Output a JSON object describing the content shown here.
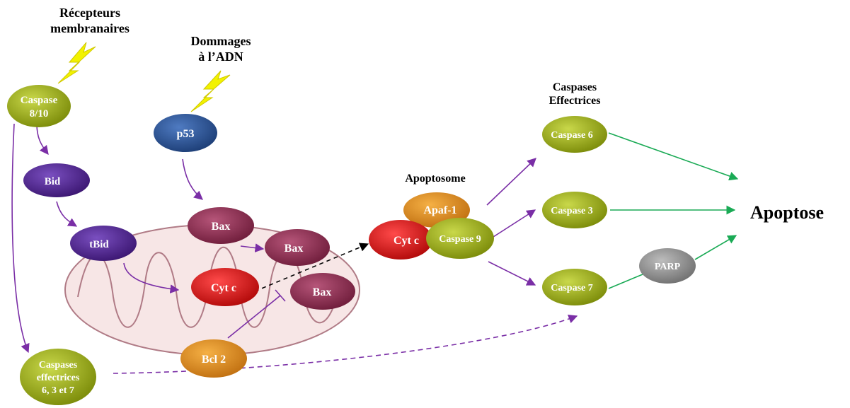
{
  "labels": {
    "receptors": "Récepteurs membranaires",
    "dna_damage": "Dommages à l’ADN",
    "apoptosome": "Apoptosome",
    "effector_caspases": "Caspases Effectrices",
    "apoptose": "Apoptose"
  },
  "nodes": {
    "caspase_8_10": "Caspase 8/10",
    "bid": "Bid",
    "tbid": "tBid",
    "p53": "p53",
    "bax_1": "Bax",
    "bax_2": "Bax",
    "bax_3": "Bax",
    "cytc_mito": "Cyt c",
    "bcl2": "Bcl 2",
    "casp_eff_367": "Caspases effectrices 6, 3 et 7",
    "apaf1": "Apaf-1",
    "cytc_apo": "Cyt c",
    "caspase9": "Caspase 9",
    "caspase6": "Caspase 6",
    "caspase3": "Caspase 3",
    "caspase7": "Caspase 7",
    "parp": "PARP"
  },
  "colors": {
    "olive": "#8a9a10",
    "purple": "#4b1f86",
    "navy": "#234c8c",
    "maroon": "#8c2a4c",
    "red": "#d40d0d",
    "orange": "#d8841a",
    "gray": "#8a8a8a",
    "bolt": "#f2f200",
    "arrow_purple": "#7a2ea6",
    "arrow_green": "#1aaa55",
    "mito_stroke": "#b07b86"
  }
}
